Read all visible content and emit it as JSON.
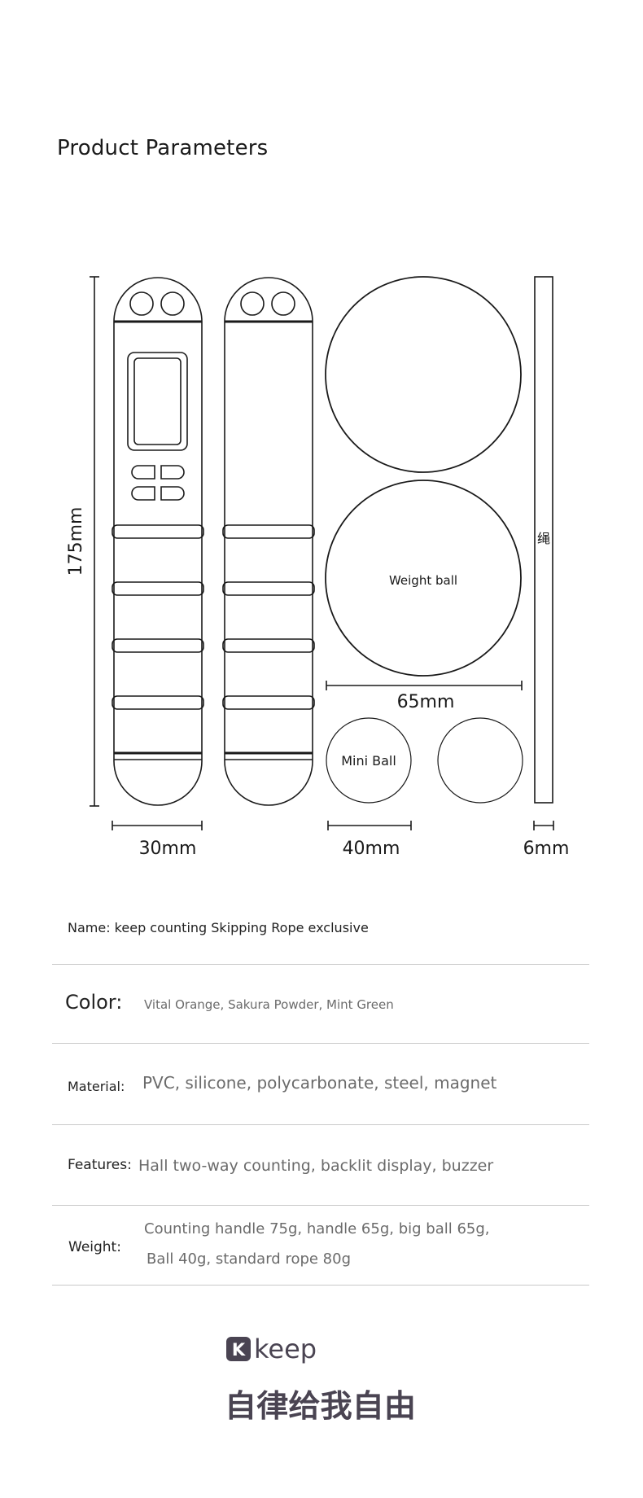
{
  "page": {
    "title": "Product Parameters"
  },
  "diagram": {
    "height_label": "175mm",
    "handle_width_label": "30mm",
    "ball_width_label": "65mm",
    "mini_width_label": "40mm",
    "rope_width_label": "6mm",
    "weight_ball_label": "Weight ball",
    "mini_ball_label": "Mini Ball",
    "rope_label": "绳"
  },
  "params": {
    "name": "Name: keep counting Skipping Rope exclusive",
    "color_label": "Color:",
    "color_value": "Vital Orange, Sakura Powder, Mint Green",
    "material_label": "Material:",
    "material_value": "PVC, silicone, polycarbonate, steel, magnet",
    "features_label": "Features:",
    "features_value": "Hall two-way counting, backlit display, buzzer",
    "weight_label": "Weight:",
    "weight_value_line1": "Counting handle 75g, handle 65g, big ball 65g,",
    "weight_value_line2": "Ball 40g, standard rope 80g"
  },
  "brand": {
    "logo_letter": "K",
    "logo_word": "keep",
    "slogan": "自律给我自由"
  },
  "colors": {
    "text": "#1a1a1a",
    "muted": "#6b6b6b",
    "divider": "#c9c9c9",
    "brand": "#4a4452"
  }
}
